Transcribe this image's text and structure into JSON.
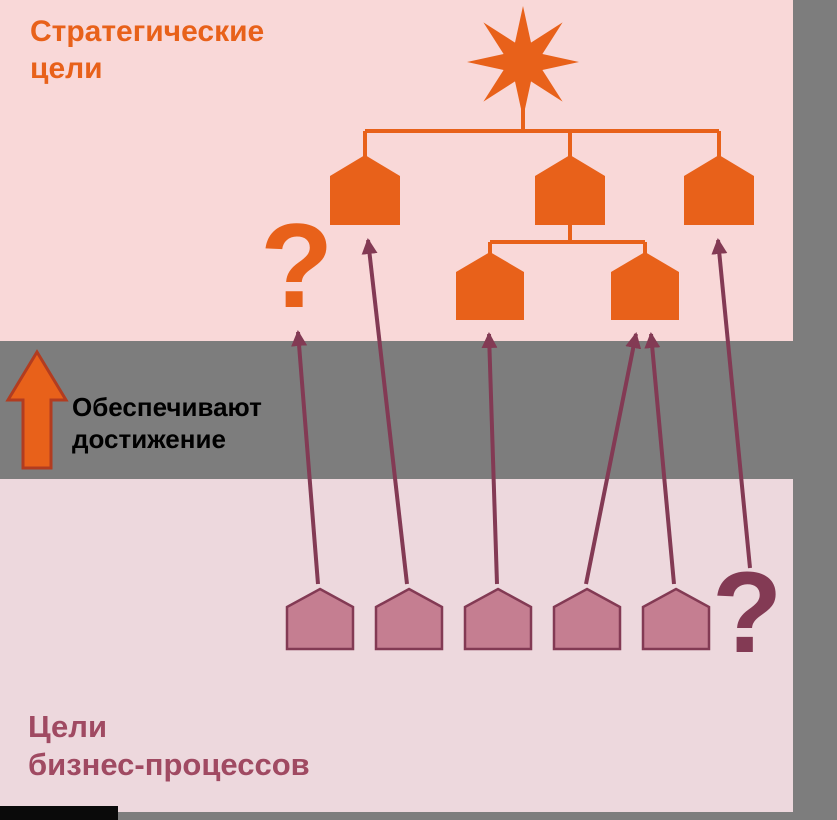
{
  "labels": {
    "strategic_goals": "Стратегические\nцели",
    "ensure_achievement": "Обеспечивают\nдостижение",
    "process_goals": "Цели\nбизнес-процессов",
    "unknown_strategic_goal": "?",
    "unknown_process_goal": "?"
  },
  "colors": {
    "background": "#7d7d7d",
    "panel_strategic": "#f9d8d8",
    "panel_process": "#edd8dd",
    "orange": "#e8611a",
    "orange_dark": "#b23c20",
    "maroon": "#833a54",
    "maroon_text": "#a04a62",
    "process_fill": "#c57e91"
  },
  "diagram": {
    "strategic_tree": {
      "root": "mission-star",
      "level1_goal_count": 3,
      "level2_goal_count": 2
    },
    "process_goal_count": 5,
    "mappings": [
      {
        "from": "process-goal-1",
        "to": "unknown-strategic-goal"
      },
      {
        "from": "process-goal-2",
        "to": "strategic-goal-1"
      },
      {
        "from": "process-goal-3",
        "to": "strategic-subgoal-1"
      },
      {
        "from": "process-goal-4",
        "to": "strategic-subgoal-2"
      },
      {
        "from": "process-goal-5",
        "to": "strategic-subgoal-2"
      },
      {
        "from": "unknown-process-goal",
        "to": "strategic-goal-3"
      }
    ]
  }
}
